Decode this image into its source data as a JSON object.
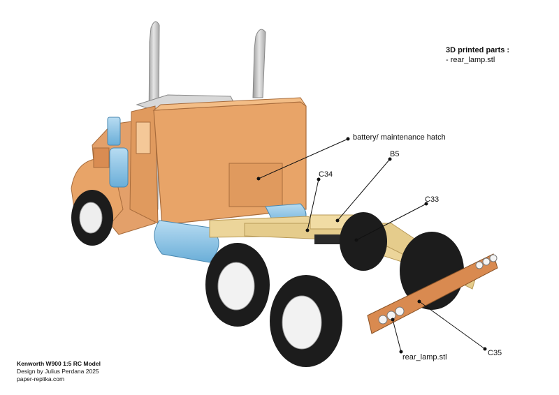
{
  "parts": {
    "title": "3D printed parts :",
    "items": [
      "- rear_lamp.stl"
    ]
  },
  "callouts": {
    "hatch": "battery/ maintenance hatch",
    "b5": "B5",
    "c34": "C34",
    "c33": "C33",
    "c35": "C35",
    "rear_lamp": "rear_lamp.stl"
  },
  "credits": {
    "model": "Kenworth W900 1:5 RC Model",
    "designer": "Design by Julius Perdana 2025",
    "site": "paper-replika.com"
  },
  "colors": {
    "body_orange": "#e8a468",
    "frame_tan": "#ecd59a",
    "tank_blue": "#8ec6e8",
    "chrome": "#c8c8c8",
    "tire_black": "#1c1c1c",
    "bumper_orange": "#d98a50"
  }
}
